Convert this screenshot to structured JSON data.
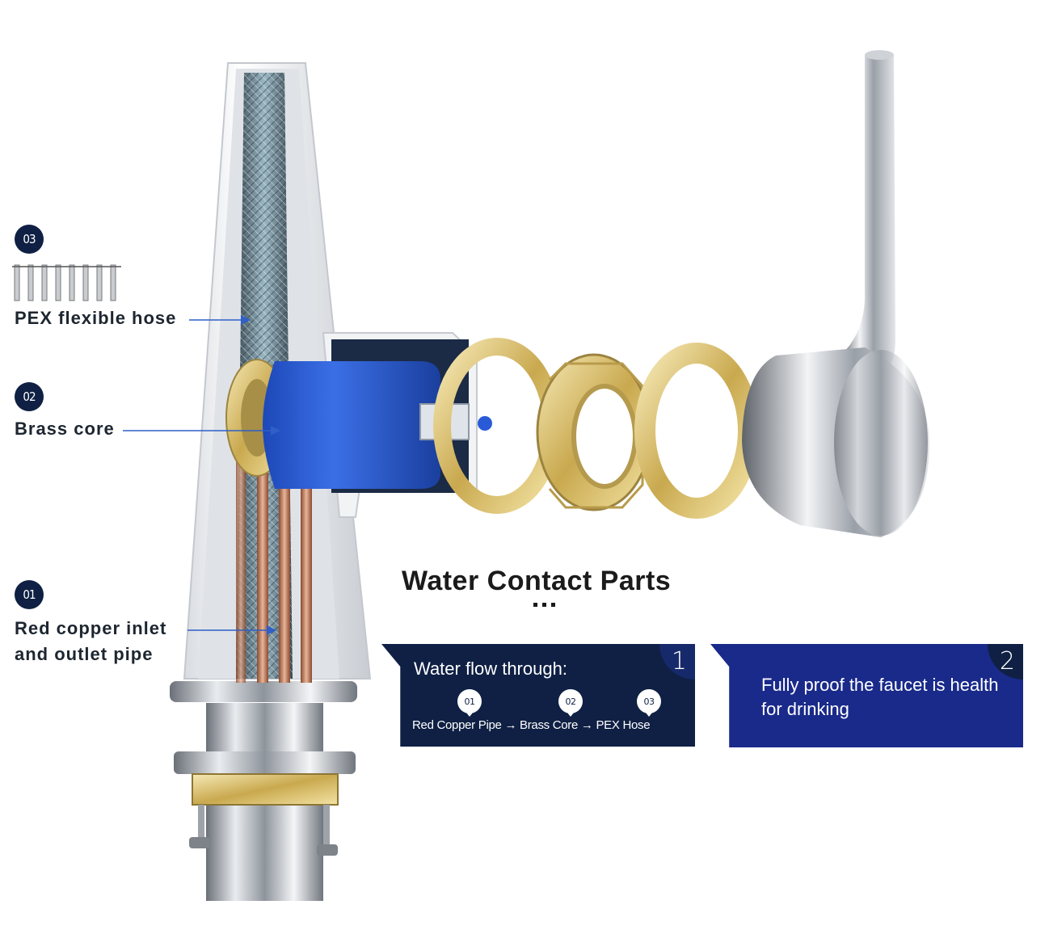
{
  "callouts": [
    {
      "number": "03",
      "label_lines": [
        "PEX flexible hose"
      ]
    },
    {
      "number": "02",
      "label_lines": [
        "Brass core"
      ]
    },
    {
      "number": "01",
      "label_lines": [
        "Red copper inlet",
        "and outlet pipe"
      ]
    }
  ],
  "section_title": "Water Contact Parts",
  "card1": {
    "corner_number": "1",
    "heading": "Water flow through:",
    "steps": [
      "01",
      "02",
      "03"
    ],
    "flow_text": "Red Copper Pipe → Brass Core → PEX Hose"
  },
  "card2": {
    "corner_number": "2",
    "text": "Fully proof the faucet is health for drinking"
  },
  "colors": {
    "badge_navy": "#0f2044",
    "card2_blue": "#1a2a8a",
    "leader_blue": "#2f5fc7",
    "cartridge_blue": "#2a5bd7",
    "brass": "#d9c27a",
    "chrome": "#a7acb3"
  }
}
